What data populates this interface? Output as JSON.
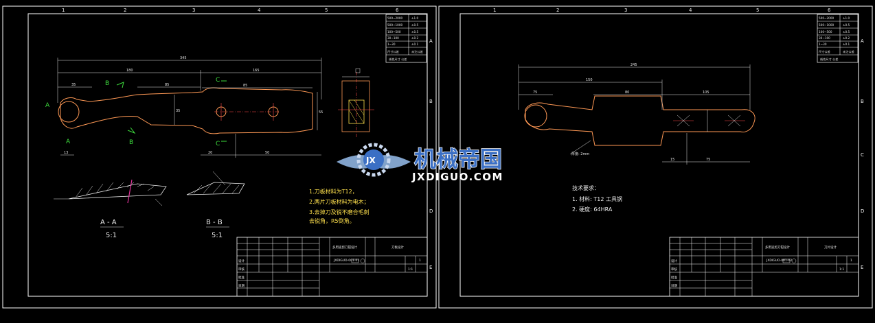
{
  "colors": {
    "background": "#000000",
    "frame": "#ffffff",
    "outline": "#ff9955",
    "dimension": "#e8e8e8",
    "note_yellow": "#ffe14d",
    "note_cyan": "#d8f0ff",
    "section_green": "#3ddc3d",
    "centerline": "#ff4a4a",
    "watermark_blue": "#3b6fc4"
  },
  "grid_labels": {
    "columns": [
      "1",
      "2",
      "3",
      "4",
      "5",
      "6"
    ],
    "rows": [
      "A",
      "B",
      "C",
      "D",
      "E"
    ]
  },
  "sheets": [
    {
      "tolerance_table": [
        [
          "500~2000",
          "±1.0"
        ],
        [
          "500~1000",
          "±0.5"
        ],
        [
          "100~500",
          "±0.5"
        ],
        [
          "30~100",
          "±0.2"
        ],
        [
          "1~30",
          "±0.1"
        ]
      ],
      "tolerance_header": [
        "尺寸公差",
        "未注公差"
      ],
      "tolerance_footer": "线性尺寸 公差",
      "dims": {
        "overall": "345",
        "left": "180",
        "right": "165",
        "seg1": "35",
        "seg2": "85",
        "seg3": "85",
        "bottom1": "20",
        "bottom2": "50",
        "small": "13",
        "width": "35",
        "height": "55"
      },
      "markers": {
        "a": "A",
        "b": "B",
        "c": "C"
      },
      "section_labels": [
        {
          "title": "A - A",
          "scale": "5:1"
        },
        {
          "title": "B - B",
          "scale": "5:1"
        }
      ],
      "notes": [
        "1.刀板材料为T12，",
        "2.两片刀板材料为电木；",
        "3.去掉刀及锐不磨合毛刺",
        "  去锐角，R5倒角。"
      ],
      "title_block": {
        "name": "多用途剪刀钳设计",
        "drawing": "刀板设计",
        "code": "JXDIGUO-001-01",
        "qty": "1",
        "scale": "1:1",
        "labels": [
          "设计",
          "审核",
          "批准",
          "日期"
        ]
      }
    },
    {
      "tolerance_table": [
        [
          "500~2000",
          "±1.0"
        ],
        [
          "500~1000",
          "±0.5"
        ],
        [
          "100~500",
          "±0.5"
        ],
        [
          "30~100",
          "±0.2"
        ],
        [
          "1~30",
          "±0.1"
        ]
      ],
      "tolerance_header": [
        "尺寸公差",
        "未注公差"
      ],
      "tolerance_footer": "线性尺寸 公差",
      "dims": {
        "overall": "245",
        "left": "150",
        "mid": "80",
        "right": "105",
        "seg1": "75",
        "bottom1": "15",
        "bottom2": "75",
        "thickness": "厚度: 2mm"
      },
      "notes_title": "技术要求：",
      "notes": [
        "1. 材料: T12 工具钢",
        "2. 硬度: 64HRA"
      ],
      "title_block": {
        "name": "多用途剪刀钳设计",
        "drawing": "刀片设计",
        "code": "JXDIGUO-001-02",
        "qty": "1",
        "scale": "1:1",
        "labels": [
          "设计",
          "审核",
          "批准",
          "日期"
        ]
      }
    }
  ],
  "watermark": {
    "brand": "机械帝国",
    "site": "JXDIGUO.COM",
    "emblem": "JX"
  }
}
